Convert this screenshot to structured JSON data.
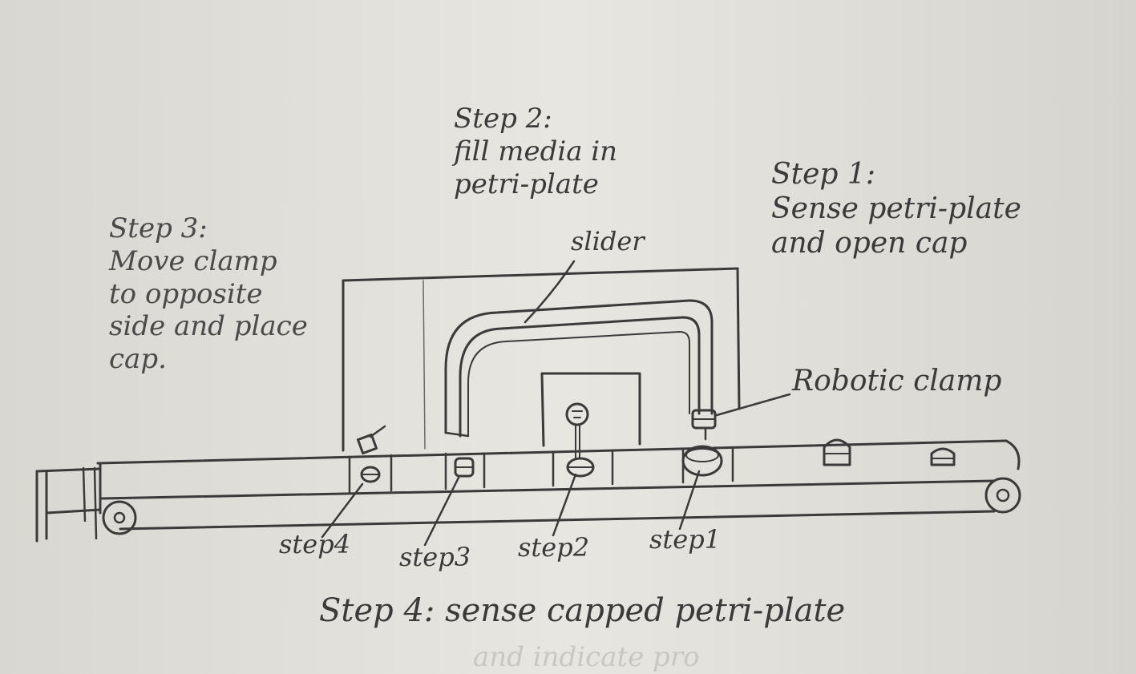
{
  "notes": {
    "step1": "Step 1:\nSense petri-plate\nand open cap",
    "step2": "Step 2:\nfill media in\npetri-plate",
    "step3": "Step 3:\nMove clamp\nto opposite\nside and place\ncap.",
    "step4": "Step 4: sense capped petri-plate",
    "faint": "and indicate pro"
  },
  "labels": {
    "slider": "slider",
    "robotic_clamp": "Robotic clamp",
    "pos_step4": "step4",
    "pos_step3": "step3",
    "pos_step2": "step2",
    "pos_step1": "step1"
  },
  "colors": {
    "paper": "#e4e2dc",
    "ink": "#3a3a3a",
    "faint_ink": "#c9c7c1"
  }
}
